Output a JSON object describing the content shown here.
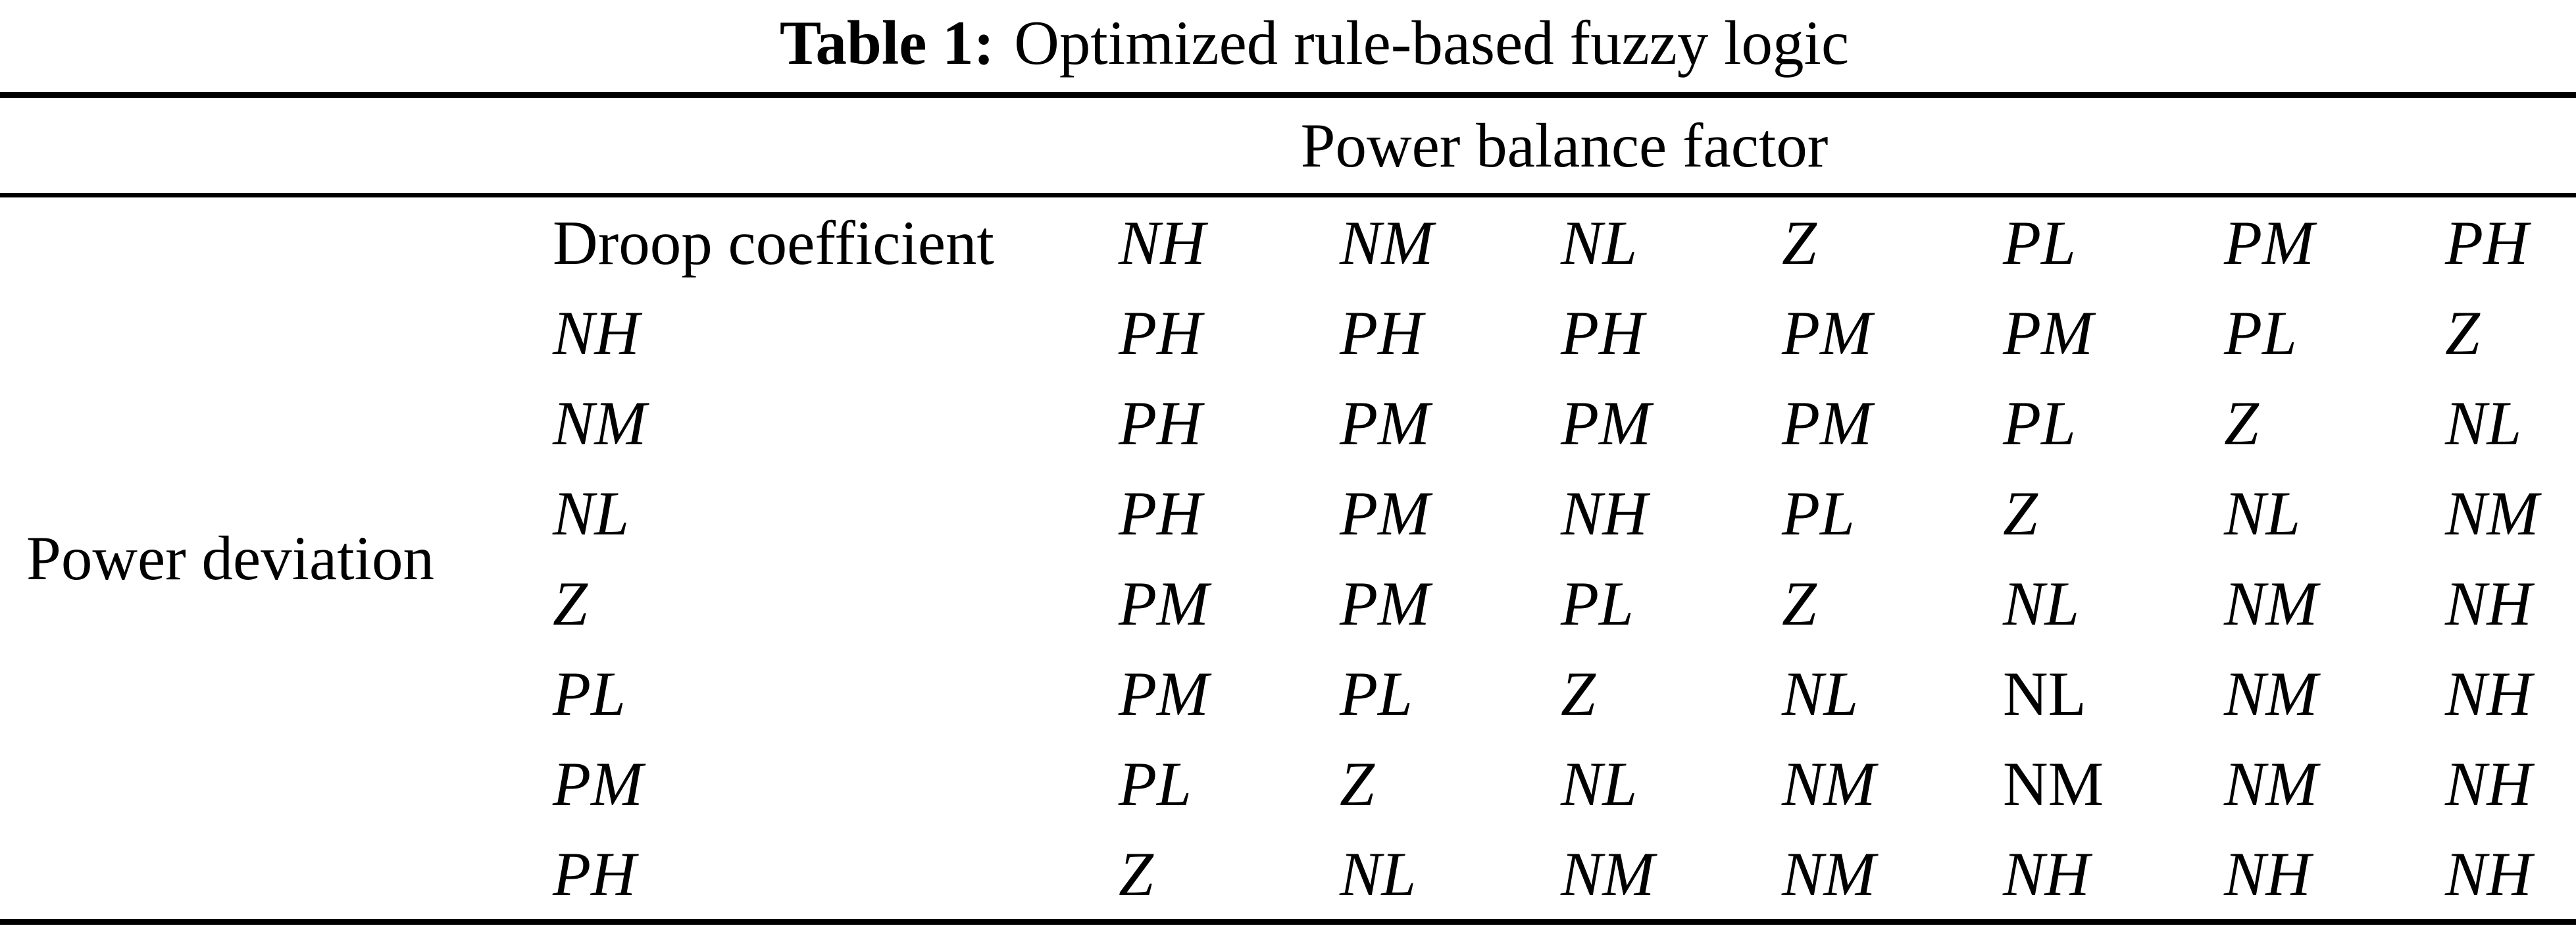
{
  "caption": {
    "label": "Table 1:",
    "text": "Optimized rule-based fuzzy logic"
  },
  "table": {
    "spanning_header": "Power balance factor",
    "row_group_label": "Power deviation",
    "corner_label": "Droop coefficient",
    "column_headers": [
      "NH",
      "NM",
      "NL",
      "Z",
      "PL",
      "PM",
      "PH"
    ],
    "rows": [
      {
        "label": "NH",
        "cells": [
          "PH",
          "PH",
          "PH",
          "PM",
          "PM",
          "PL",
          "Z"
        ]
      },
      {
        "label": "NM",
        "cells": [
          "PH",
          "PM",
          "PM",
          "PM",
          "PL",
          "Z",
          "NL"
        ]
      },
      {
        "label": "NL",
        "cells": [
          "PH",
          "PM",
          "NH",
          "PL",
          "Z",
          "NL",
          "NM"
        ]
      },
      {
        "label": "Z",
        "cells": [
          "PM",
          "PM",
          "PL",
          "Z",
          "NL",
          "NM",
          "NH"
        ]
      },
      {
        "label": "PL",
        "cells": [
          "PM",
          "PL",
          "Z",
          "NL",
          "NL",
          "NM",
          "NH"
        ]
      },
      {
        "label": "PM",
        "cells": [
          "PL",
          "Z",
          "NL",
          "NM",
          "NM",
          "NM",
          "NH"
        ]
      },
      {
        "label": "PH",
        "cells": [
          "Z",
          "NL",
          "NM",
          "NM",
          "NH",
          "NH",
          "NH"
        ]
      }
    ]
  }
}
